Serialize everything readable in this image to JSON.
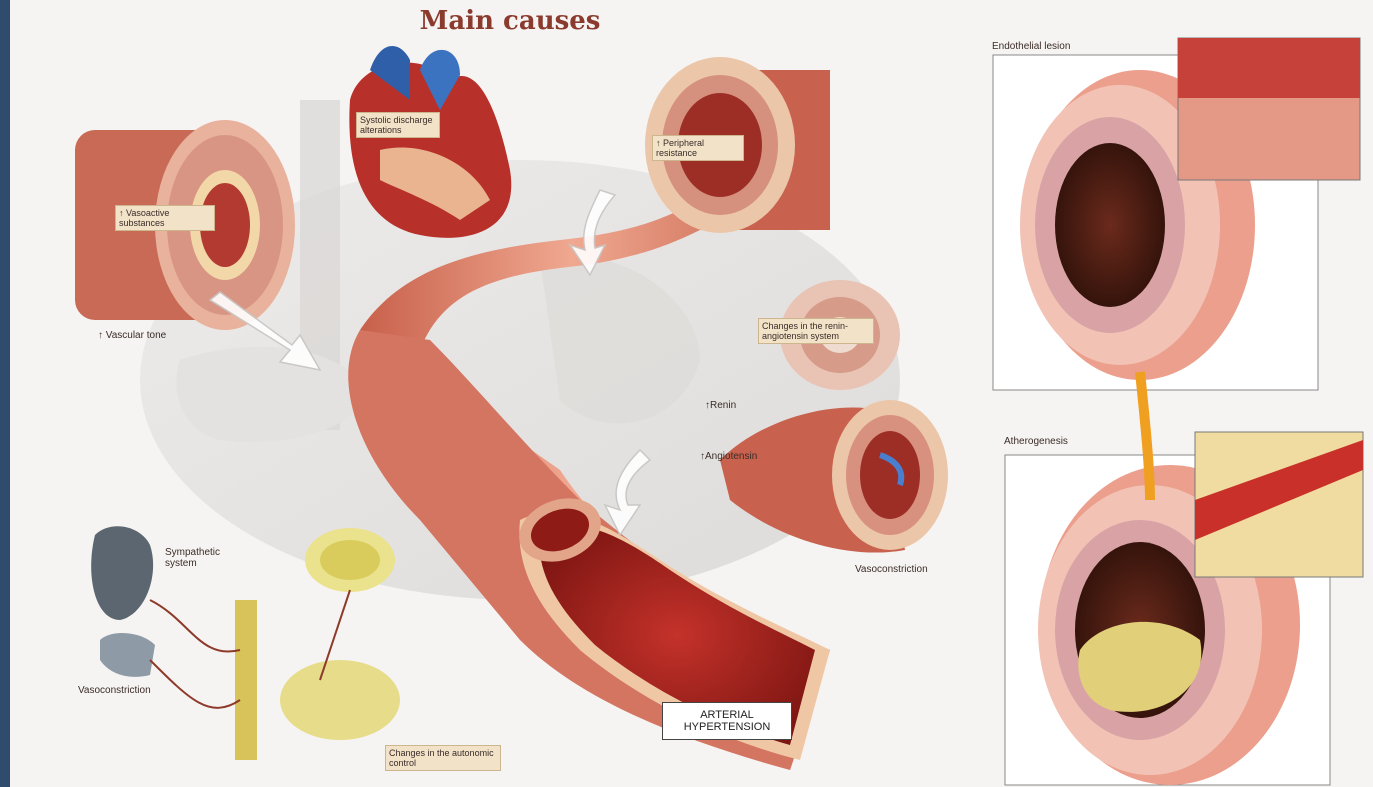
{
  "title": "Main causes",
  "labels": {
    "vasoactive": "Vasoactive substances",
    "vascular_tone": "Vascular tone",
    "systolic": "Systolic discharge alterations",
    "peripheral": "Peripheral resistance",
    "renin_system": "Changes in the renin-angiotensin system",
    "renin": "Renin",
    "angiotensin": "Angiotensin",
    "vasoconstriction_right": "Vasoconstriction",
    "sympathetic": "Sympathetic system",
    "vasoconstriction_left": "Vasoconstriction",
    "autonomic": "Changes in the autonomic control",
    "center": "ARTERIAL HYPERTENSION",
    "endothelial": "Endothelial lesion",
    "atherogenesis": "Atherogenesis"
  },
  "arrow_symbol": "↑",
  "colors": {
    "title": "#8b3a2e",
    "artery": "#d9806a",
    "blood": "#a8221b",
    "tag_bg": "#f1e2c8"
  }
}
